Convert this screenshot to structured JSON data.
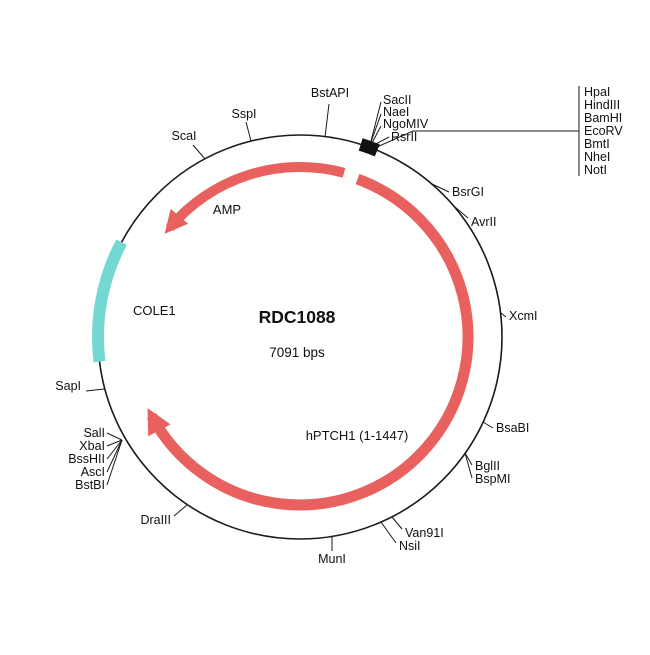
{
  "plasmid": {
    "name": "RDC1088",
    "size_label": "7091 bps"
  },
  "features": {
    "amp": {
      "label": "AMP",
      "type": "gene-arrow",
      "direction": "counterclockwise"
    },
    "cole1": {
      "label": "COLE1",
      "type": "origin"
    },
    "hptch1": {
      "label": "hPTCH1 (1-1447)",
      "type": "gene-arrow",
      "direction": "clockwise"
    }
  },
  "colors": {
    "gene_arrow": "#e8615e",
    "origin": "#74d8d2",
    "outline": "#1a1a1a",
    "polylinker_marker": "#111111"
  },
  "sites": {
    "bstapi": "BstAPI",
    "sspi": "SspI",
    "scai": "ScaI",
    "sacii": "SacII",
    "naei": "NaeI",
    "ngomiv": "NgoMIV",
    "rsrii": "RsrII",
    "hpai": "HpaI",
    "hindiii": "HindIII",
    "bamhi": "BamHI",
    "ecorv": "EcoRV",
    "bmti": "BmtI",
    "nhei": "NheI",
    "noti": "NotI",
    "bsrgi": "BsrGI",
    "avrii": "AvrII",
    "xcmi": "XcmI",
    "bsabi": "BsaBI",
    "bglii": "BglII",
    "bspmi": "BspMI",
    "van91i": "Van91I",
    "nsii": "NsiI",
    "muni": "MunI",
    "draiii": "DraIII",
    "sali": "SalI",
    "xbai": "XbaI",
    "bsshii": "BssHII",
    "asci": "AscI",
    "bstbi": "BstBI",
    "sapi": "SapI"
  }
}
